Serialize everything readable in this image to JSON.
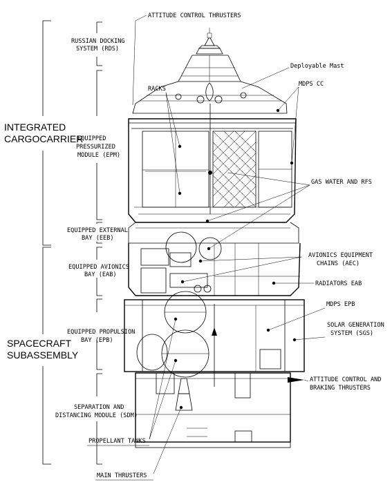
{
  "groups": {
    "integrated_cargo_carrier": [
      "INTEGRATED",
      "CARGOCARRIER"
    ],
    "spacecraft_subassembly": [
      "SPACECRAFT",
      "SUBASSEMBLY"
    ]
  },
  "left_labels": {
    "rds": [
      "RUSSIAN DOCKING",
      "SYSTEM (RDS)"
    ],
    "epm": [
      "EQUIPPED",
      "PRESSURIZED",
      "MODULE (EPM)"
    ],
    "eeb": [
      "EQUIPPED EXTERNAL",
      "BAY (EEB)"
    ],
    "eab": [
      "EQUIPPED AVIONICS",
      "BAY (EAB)"
    ],
    "epb": [
      "EQUIPPED PROPULSION",
      "BAY (EPB)"
    ],
    "sdm": [
      "SEPARATION AND",
      "DISTANCING MODULE (SDM)"
    ]
  },
  "callouts": {
    "attitude_control_thrusters": "ATTITUDE CONTROL THRUSTERS",
    "deployable_mast": "Deployable Mast",
    "racks": "RACKS",
    "mdps_cc": "MDPS CC",
    "gas_water_rfs": "GAS WATER AND RFS",
    "avionics_equipment_chains": [
      "AVIONICS EQUIPMENT",
      "CHAINS (AEC)"
    ],
    "radiators_eab": "RADIATORS EAB",
    "mdps_epb": "MDPS EPB",
    "solar_generation": [
      "SOLAR GENERATION",
      "SYSTEM (SGS)"
    ],
    "attitude_control_braking": [
      "ATTITUDE CONTROL AND",
      "BRAKING THRUSTERS"
    ],
    "propellant_tanks": "PROPELLANT TANKS",
    "main_thrusters": "MAIN THRUSTERS"
  }
}
